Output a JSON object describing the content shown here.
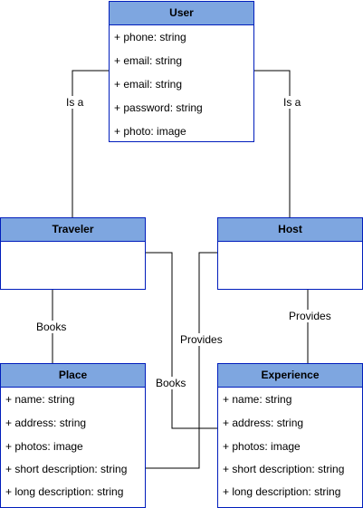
{
  "user": {
    "title": "User",
    "attributes": [
      "+ phone: string",
      "+ email: string",
      "+ email: string",
      "+ password: string",
      "+ photo: image"
    ]
  },
  "traveler": {
    "title": "Traveler"
  },
  "host": {
    "title": "Host"
  },
  "place": {
    "title": "Place",
    "attributes": [
      "+ name: string",
      "+ address: string",
      "+ photos: image",
      "+ short description: string",
      "+ long description: string"
    ]
  },
  "experience": {
    "title": "Experience",
    "attributes": [
      "+ name: string",
      "+ address: string",
      "+ photos: image",
      "+ short description: string",
      "+ long description: string"
    ]
  },
  "relations": {
    "traveler_is_a": "Is a",
    "host_is_a": "Is a",
    "traveler_books_place": "Books",
    "host_provides_experience": "Provides",
    "host_provides_place": "Provides",
    "traveler_books_experience": "Books"
  },
  "colors": {
    "header_fill": "#7EA6E0",
    "border": "#001DBC",
    "connector": "#000000"
  }
}
